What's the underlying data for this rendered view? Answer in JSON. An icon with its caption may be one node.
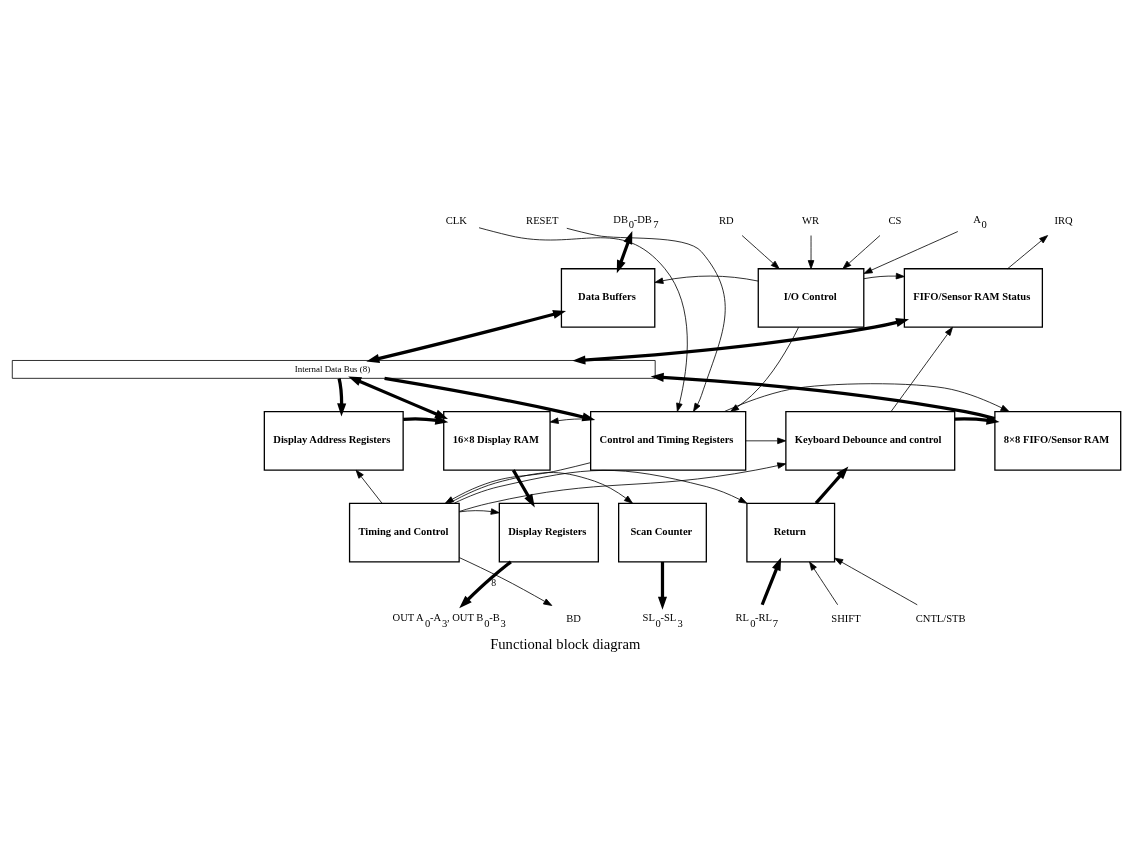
{
  "diagram": {
    "caption": "Functional block diagram",
    "nodes": [
      {
        "text": [
          "Data Buffers"
        ]
      },
      {
        "text": [
          "I/O Control"
        ]
      },
      {
        "text": [
          "FIFO/Sensor RAM Status"
        ]
      },
      {
        "text": [
          "Internal Data Bus (8)"
        ]
      },
      {
        "text": [
          "Display Address Registers"
        ]
      },
      {
        "text": [
          "16×8 Display RAM"
        ]
      },
      {
        "text": [
          "Control and Timing Registers"
        ]
      },
      {
        "text": [
          "8×8 FIFO/Sensor RAM"
        ]
      },
      {
        "text": [
          "Keyboard Debounce and control"
        ]
      },
      {
        "text": [
          "Timing and Control"
        ]
      },
      {
        "text": [
          "Display Registers"
        ]
      },
      {
        "text": [
          "Scan Counter"
        ]
      },
      {
        "text": [
          "Return"
        ]
      },
      {
        "text": [
          "CLK"
        ]
      },
      {
        "text": [
          "RESET"
        ]
      },
      {
        "text": [
          "DB$_{0}$-DB$_{7}$"
        ]
      },
      {
        "text": [
          "RD"
        ]
      },
      {
        "text": [
          "WR"
        ]
      },
      {
        "text": [
          "CS"
        ]
      },
      {
        "text": [
          "A$_{0}$"
        ]
      },
      {
        "text": [
          "IRQ"
        ]
      },
      {
        "text": [
          "OUT A$_{0}$-A$_{3}$, OUT B$_{0}$-B$_{3}$"
        ]
      },
      {
        "text": [
          "BD"
        ]
      },
      {
        "text": [
          "SL$_{0}$-SL$_{3}$"
        ]
      },
      {
        "text": [
          "RL$_{0}$-RL$_{7}$"
        ]
      },
      {
        "text": [
          "SHIFT"
        ]
      },
      {
        "text": [
          "CNTL/STB"
        ]
      }
    ],
    "edges": [
      {
        "from": 13,
        "to": 6,
        "arrow": "to"
      },
      {
        "from": 14,
        "to": 6,
        "arrow": "to"
      },
      {
        "from": 15,
        "to": 0,
        "arrow": "both",
        "style": "thick"
      },
      {
        "from": 0,
        "to": 3,
        "arrow": "both",
        "style": "thick"
      },
      {
        "from": 1,
        "to": 0,
        "arrow": "to"
      },
      {
        "from": 1,
        "to": 2,
        "arrow": "to"
      },
      {
        "from": 1,
        "to": 6,
        "arrow": "to"
      },
      {
        "from": 16,
        "to": 1,
        "arrow": "to"
      },
      {
        "from": 17,
        "to": 1,
        "arrow": "to"
      },
      {
        "from": 18,
        "to": 1,
        "arrow": "to"
      },
      {
        "from": 19,
        "to": 1,
        "arrow": "to"
      },
      {
        "from": 2,
        "to": 20,
        "arrow": "to"
      },
      {
        "from": 2,
        "to": 3,
        "arrow": "both",
        "style": "thick"
      },
      {
        "from": 3,
        "to": 4,
        "arrow": "to",
        "style": "thick"
      },
      {
        "from": 3,
        "to": 5,
        "arrow": "both",
        "style": "thick"
      },
      {
        "from": 3,
        "to": 6,
        "arrow": "to",
        "style": "thick"
      },
      {
        "from": 7,
        "to": 3,
        "arrow": "to",
        "style": "thick"
      },
      {
        "from": 8,
        "to": 2,
        "arrow": "to"
      },
      {
        "from": 4,
        "to": 5,
        "arrow": "to",
        "style": "thick"
      },
      {
        "from": 6,
        "to": 5,
        "arrow": "to"
      },
      {
        "from": 6,
        "to": 7,
        "arrow": "to"
      },
      {
        "from": 6,
        "to": 8,
        "arrow": "to"
      },
      {
        "from": 6,
        "to": 9,
        "arrow": "to"
      },
      {
        "from": 8,
        "to": 7,
        "arrow": "to",
        "style": "thick"
      },
      {
        "from": 9,
        "to": 4,
        "arrow": "to"
      },
      {
        "from": 9,
        "to": 8,
        "arrow": "to"
      },
      {
        "from": 9,
        "to": 12,
        "arrow": "to"
      },
      {
        "from": 9,
        "to": 10,
        "arrow": "to"
      },
      {
        "from": 9,
        "to": 11,
        "arrow": "to"
      },
      {
        "from": 9,
        "to": 22,
        "arrow": "to"
      },
      {
        "from": 5,
        "to": 10,
        "arrow": "to",
        "style": "thick"
      },
      {
        "from": 10,
        "to": 21,
        "arrow": "to",
        "style": "thick",
        "label": "8"
      },
      {
        "from": 11,
        "to": 23,
        "arrow": "to",
        "style": "thick"
      },
      {
        "from": 12,
        "to": 8,
        "arrow": "to",
        "style": "thick"
      },
      {
        "from": 24,
        "to": 12,
        "arrow": "to",
        "style": "thick"
      },
      {
        "from": 25,
        "to": 12,
        "arrow": "to"
      },
      {
        "from": 26,
        "to": 12,
        "arrow": "to"
      }
    ]
  }
}
